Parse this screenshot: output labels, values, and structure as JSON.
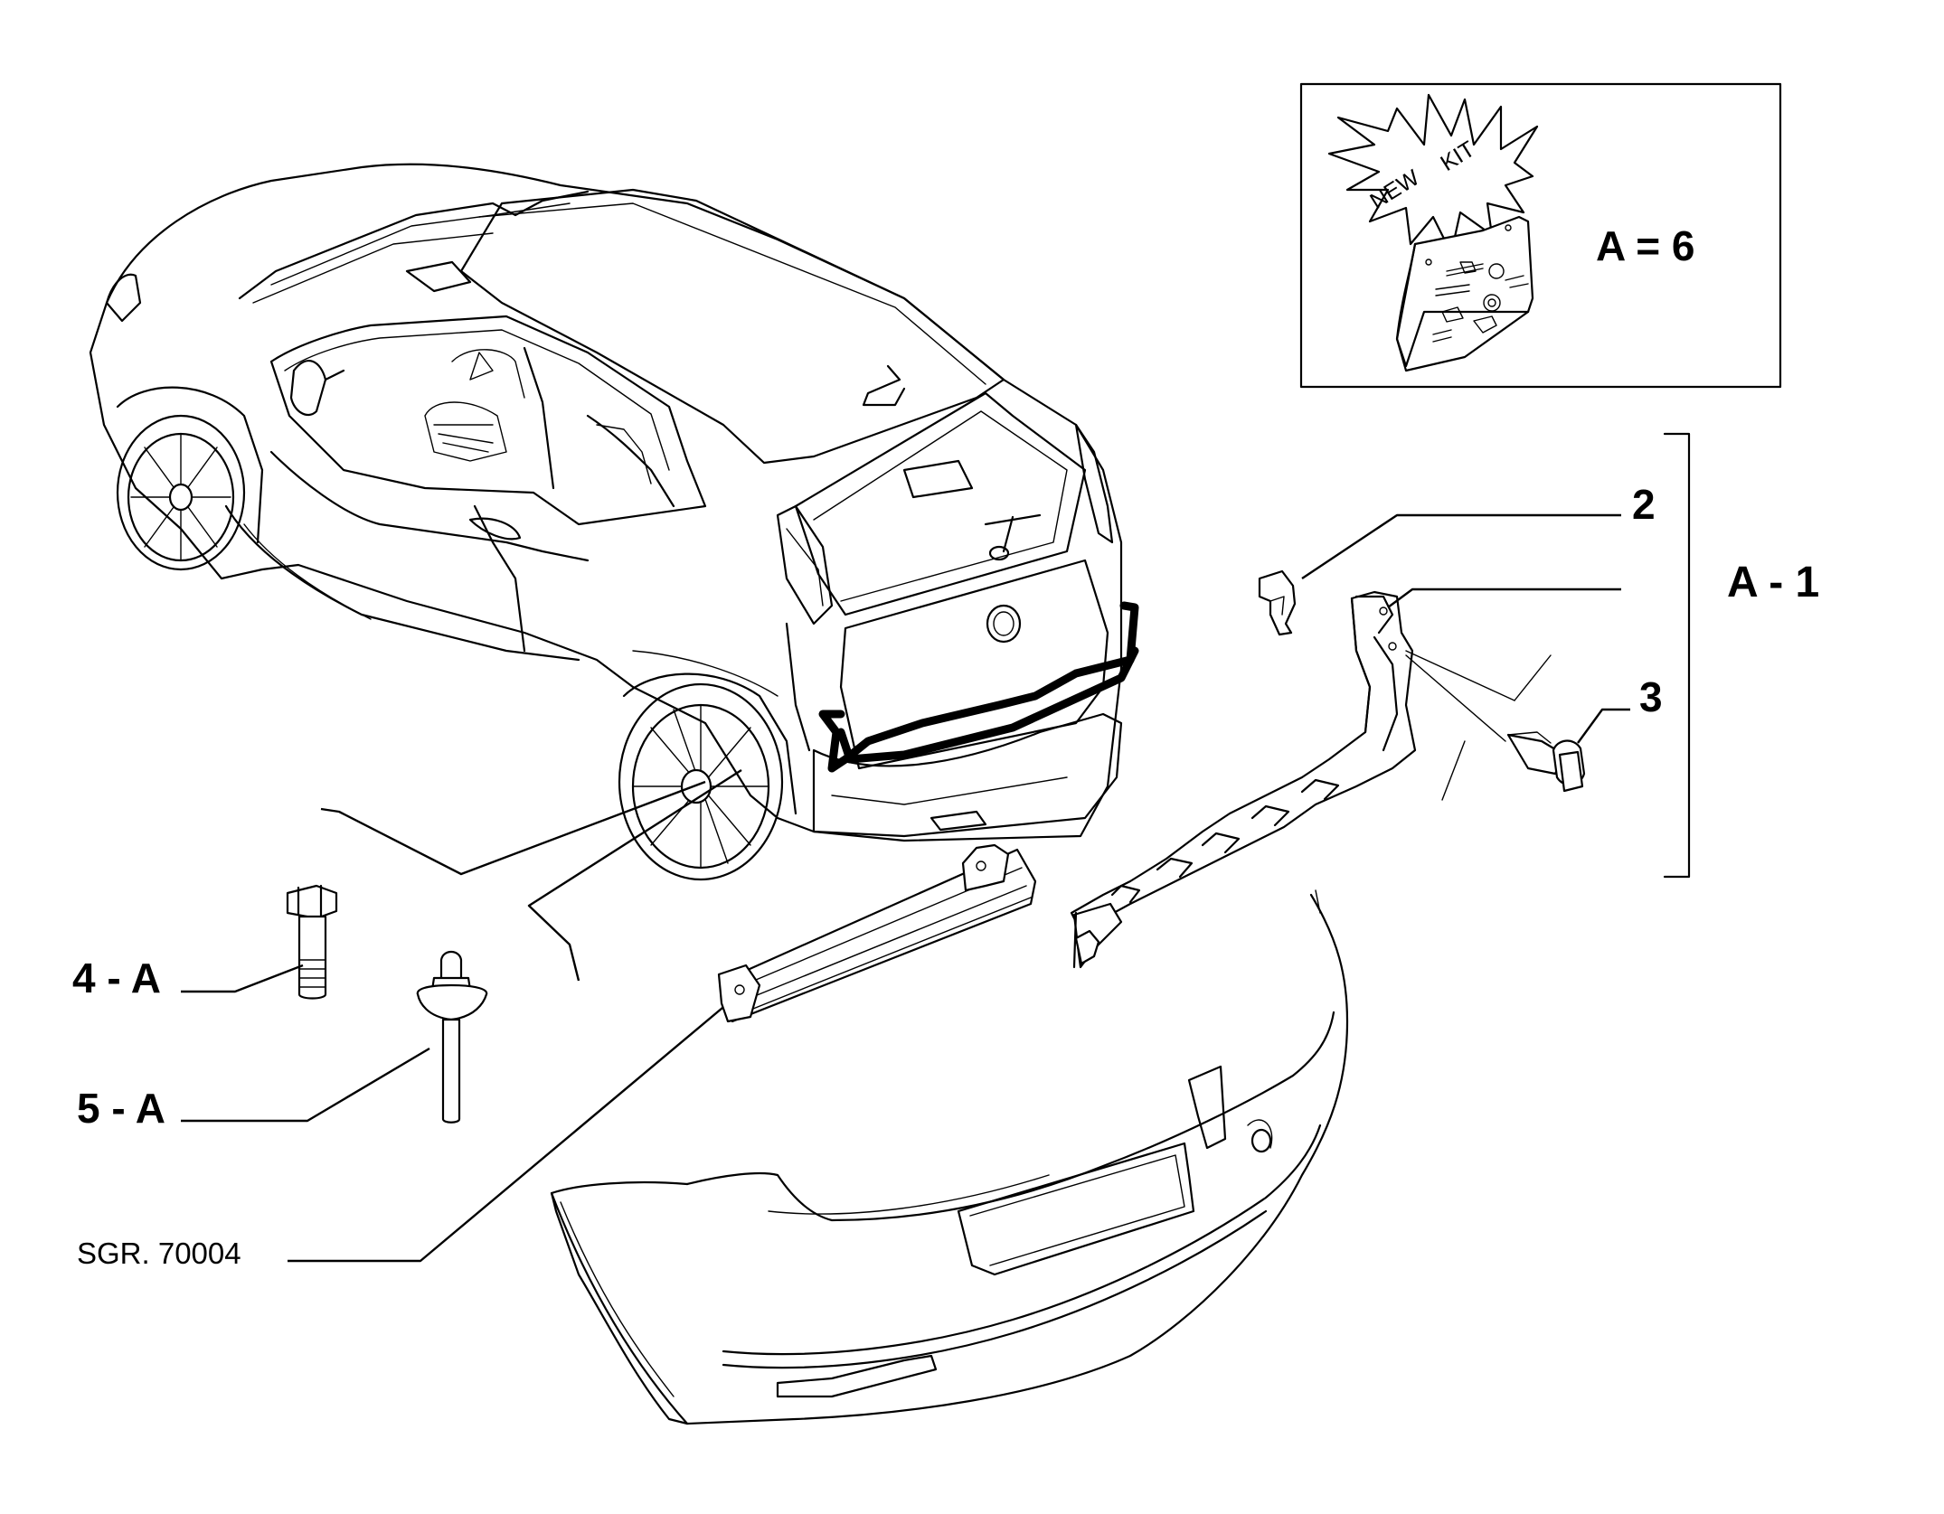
{
  "labels": {
    "item_2": "2",
    "item_a1": "A - 1",
    "item_3": "3",
    "item_4a": "4 - A",
    "item_5a": "5 - A",
    "ref_code": "SGR. 70004"
  },
  "kit_box": {
    "badge_word_1": "NEW",
    "badge_word_2": "KIT",
    "quantity": "A = 6"
  }
}
